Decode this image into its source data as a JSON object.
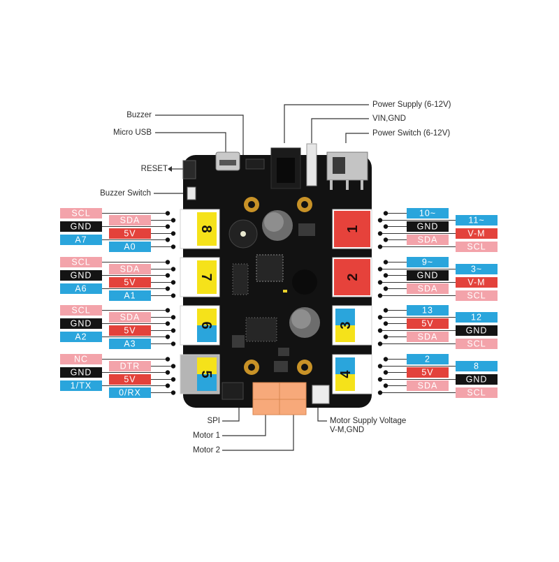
{
  "colors": {
    "pink": "#f3a3aa",
    "pink_text": "#ffffff",
    "red": "#e3423b",
    "black": "#141414",
    "blue": "#2aa5dc",
    "board": "#121212",
    "yellow": "#f5e21a",
    "port_red": "#e6423b",
    "gray": "#b5b5b5",
    "orange": "#f7a97a",
    "gold": "#c89227"
  },
  "callouts": {
    "buzzer": "Buzzer",
    "micro_usb": "Micro USB",
    "reset": "RESET",
    "buzzer_switch": "Buzzer Switch",
    "power_supply": "Power Supply (6-12V)",
    "vin_gnd": "VIN,GND",
    "power_switch": "Power Switch (6-12V)",
    "spi": "SPI",
    "motor1": "Motor 1",
    "motor2": "Motor 2",
    "motor_supply_line1": "Motor Supply Voltage",
    "motor_supply_line2": "V-M,GND"
  },
  "ports": [
    {
      "id": "port-8",
      "label": "8",
      "side": "left",
      "colors": [
        "yellow",
        "yellow"
      ]
    },
    {
      "id": "port-7",
      "label": "7",
      "side": "left",
      "colors": [
        "yellow",
        "yellow"
      ]
    },
    {
      "id": "port-6",
      "label": "6",
      "side": "left",
      "colors": [
        "yellow",
        "blue"
      ]
    },
    {
      "id": "port-5",
      "label": "5",
      "side": "left",
      "colors": [
        "yellow",
        "blue"
      ]
    },
    {
      "id": "port-1",
      "label": "1",
      "side": "right",
      "colors": [
        "red",
        "red"
      ]
    },
    {
      "id": "port-2",
      "label": "2",
      "side": "right",
      "colors": [
        "red",
        "red"
      ]
    },
    {
      "id": "port-3",
      "label": "3",
      "side": "right",
      "colors": [
        "blue",
        "yellow"
      ]
    },
    {
      "id": "port-4",
      "label": "4",
      "side": "right",
      "colors": [
        "blue",
        "yellow"
      ]
    }
  ],
  "pin_groups": {
    "left": [
      {
        "outer": [
          {
            "t": "SCL",
            "c": "pink"
          },
          {
            "t": "GND",
            "c": "black"
          },
          {
            "t": "A7",
            "c": "blue"
          }
        ],
        "inner": [
          {
            "t": "SDA",
            "c": "pink"
          },
          {
            "t": "5V",
            "c": "red"
          },
          {
            "t": "A0",
            "c": "blue"
          }
        ]
      },
      {
        "outer": [
          {
            "t": "SCL",
            "c": "pink"
          },
          {
            "t": "GND",
            "c": "black"
          },
          {
            "t": "A6",
            "c": "blue"
          }
        ],
        "inner": [
          {
            "t": "SDA",
            "c": "pink"
          },
          {
            "t": "5V",
            "c": "red"
          },
          {
            "t": "A1",
            "c": "blue"
          }
        ]
      },
      {
        "outer": [
          {
            "t": "SCL",
            "c": "pink"
          },
          {
            "t": "GND",
            "c": "black"
          },
          {
            "t": "A2",
            "c": "blue"
          }
        ],
        "inner": [
          {
            "t": "SDA",
            "c": "pink"
          },
          {
            "t": "5V",
            "c": "red"
          },
          {
            "t": "A3",
            "c": "blue"
          }
        ]
      },
      {
        "outer": [
          {
            "t": "NC",
            "c": "pink"
          },
          {
            "t": "GND",
            "c": "black"
          },
          {
            "t": "1/TX",
            "c": "blue"
          }
        ],
        "inner": [
          {
            "t": "DTR",
            "c": "pink"
          },
          {
            "t": "5V",
            "c": "red"
          },
          {
            "t": "0/RX",
            "c": "blue"
          }
        ]
      }
    ],
    "right": [
      {
        "inner": [
          {
            "t": "10~",
            "c": "blue"
          },
          {
            "t": "GND",
            "c": "black"
          },
          {
            "t": "SDA",
            "c": "pink"
          }
        ],
        "outer": [
          {
            "t": "11~",
            "c": "blue"
          },
          {
            "t": "V-M",
            "c": "red"
          },
          {
            "t": "SCL",
            "c": "pink"
          }
        ]
      },
      {
        "inner": [
          {
            "t": "9~",
            "c": "blue"
          },
          {
            "t": "GND",
            "c": "black"
          },
          {
            "t": "SDA",
            "c": "pink"
          }
        ],
        "outer": [
          {
            "t": "3~",
            "c": "blue"
          },
          {
            "t": "V-M",
            "c": "red"
          },
          {
            "t": "SCL",
            "c": "pink"
          }
        ]
      },
      {
        "inner": [
          {
            "t": "13",
            "c": "blue"
          },
          {
            "t": "5V",
            "c": "red"
          },
          {
            "t": "SDA",
            "c": "pink"
          }
        ],
        "outer": [
          {
            "t": "12",
            "c": "blue"
          },
          {
            "t": "GND",
            "c": "black"
          },
          {
            "t": "SCL",
            "c": "pink"
          }
        ]
      },
      {
        "inner": [
          {
            "t": "2",
            "c": "blue"
          },
          {
            "t": "5V",
            "c": "red"
          },
          {
            "t": "SDA",
            "c": "pink"
          }
        ],
        "outer": [
          {
            "t": "8",
            "c": "blue"
          },
          {
            "t": "GND",
            "c": "black"
          },
          {
            "t": "SCL",
            "c": "pink"
          }
        ]
      }
    ]
  }
}
